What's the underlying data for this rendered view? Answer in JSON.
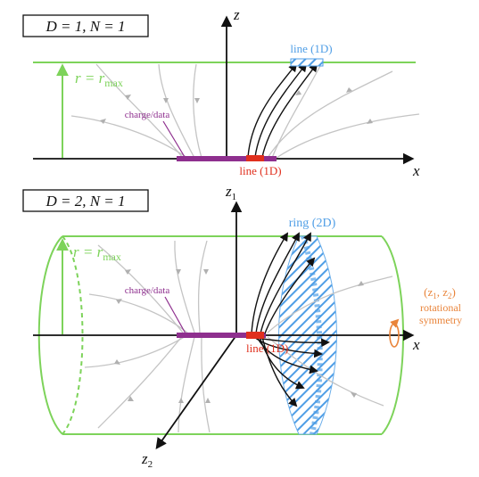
{
  "colors": {
    "green": "#7dd35a",
    "purple": "#8e2f8e",
    "red": "#e0301e",
    "blue": "#4f9ee6",
    "orange": "#e9843a",
    "gray": "#b9b9b9",
    "black": "#111111"
  },
  "panel_top": {
    "box_label": "D = 1, N = 1",
    "z_axis": "z",
    "x_axis": "x",
    "r_label": "r = r",
    "r_sub": "max",
    "line_top_label": "line (1D)",
    "charge_label": "charge/data",
    "line_bottom_label": "line (1D)"
  },
  "panel_bottom": {
    "box_label": "D = 2, N = 1",
    "z1_axis": "z",
    "z1_sub": "1",
    "z2_axis": "z",
    "z2_sub": "2",
    "x_axis": "x",
    "r_label": "r = r",
    "r_sub": "max",
    "ring_label": "ring (2D)",
    "charge_label": "charge/data",
    "line_label": "line (1D)",
    "sym_coords": "(z",
    "sym_coords_sub1": "1",
    "sym_coords_mid": ", z",
    "sym_coords_sub2": "2",
    "sym_coords_end": ")",
    "sym_line1": "rotational",
    "sym_line2": "symmetry"
  }
}
